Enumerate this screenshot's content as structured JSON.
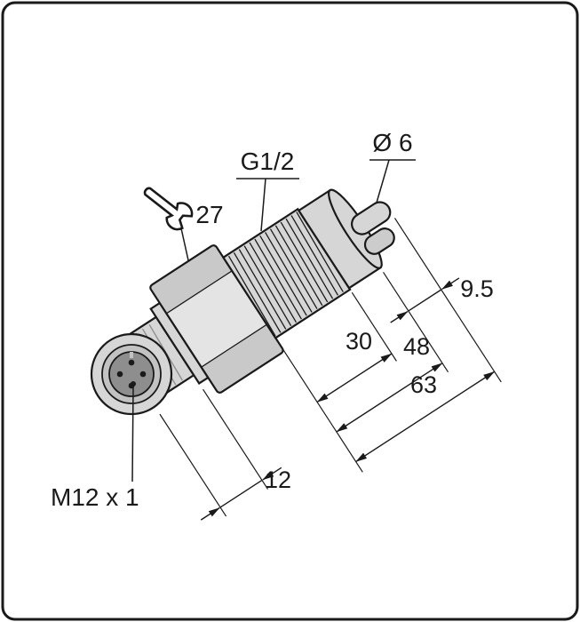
{
  "drawing": {
    "labels": {
      "thread_size": "G1/2",
      "probe_diameter": "Ø 6",
      "wrench_size": "27",
      "connector_thread": "M12 x 1"
    },
    "dimensions": {
      "probe_length_mm": "9.5",
      "thread_length_mm": "30",
      "insertion_length_mm": "48",
      "total_length_mm": "63",
      "connector_length_mm": "12"
    },
    "icons": {
      "wrench": "open-end-wrench-icon"
    },
    "colors": {
      "outline": "#1a1a1a",
      "body_fill": "#d6d6d6",
      "body_fill_light": "#e4e4e4",
      "face_ring": "#c2c2c2",
      "face_inner": "#8e8e8e",
      "background": "#ffffff"
    }
  }
}
